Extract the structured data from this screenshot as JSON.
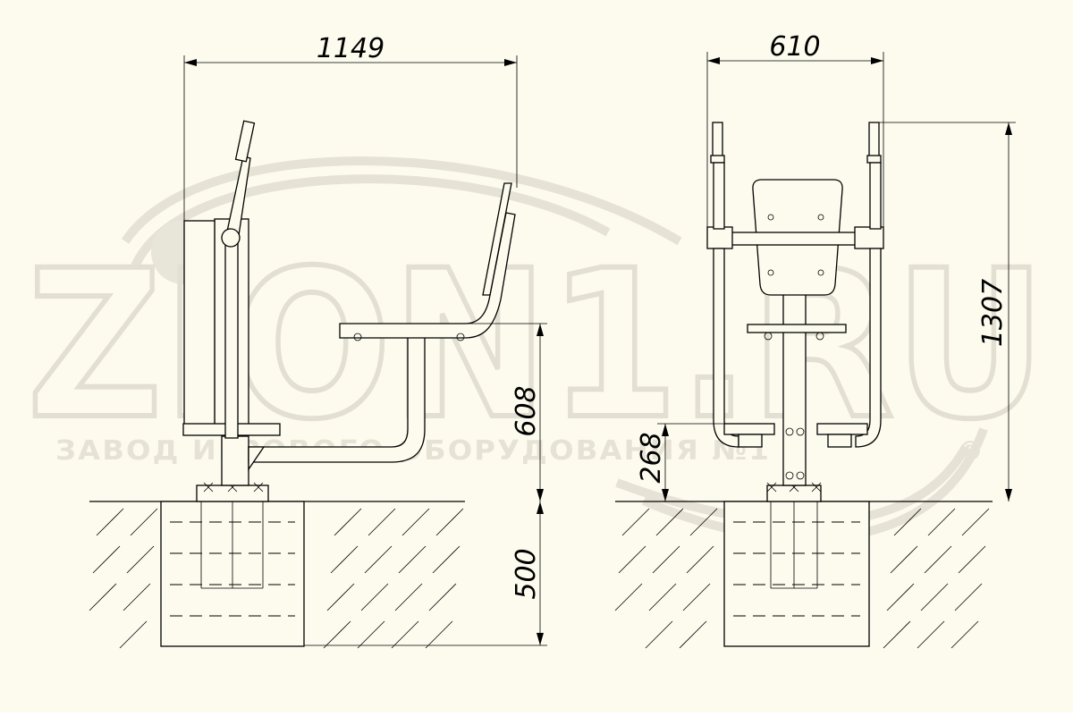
{
  "watermark": {
    "logo_text": "ZION1.RU",
    "subtitle": "ЗАВОД ИГРОВОГО ОБОРУДОВАНИЯ №1",
    "registered_mark": "®"
  },
  "dimensions": {
    "side_width": "1149",
    "seat_height": "608",
    "foundation_depth": "500",
    "front_width": "610",
    "total_height": "1307",
    "footrest_height": "268"
  },
  "colors": {
    "background": "#fdfbee",
    "line": "#000000",
    "watermark": "#e6e3d6"
  }
}
